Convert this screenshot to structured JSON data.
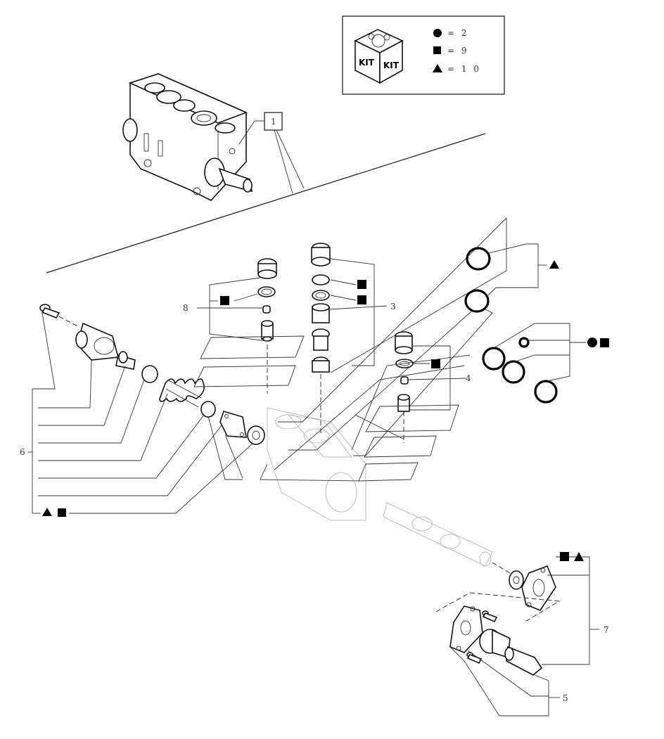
{
  "legend": {
    "kit_label_left": "KIT",
    "kit_label_right": "KIT",
    "rows": [
      {
        "symbol": "circle",
        "text": "= 2"
      },
      {
        "symbol": "square",
        "text": "= 9"
      },
      {
        "symbol": "triangle",
        "text": "= 1 0"
      }
    ]
  },
  "callouts": {
    "c1": "1",
    "c3": "3",
    "c4": "4",
    "c5": "5",
    "c6": "6",
    "c7": "7",
    "c8": "8"
  },
  "colors": {
    "line": "#222222",
    "ghost": "#bbbbbb",
    "symbol": "#000000"
  }
}
